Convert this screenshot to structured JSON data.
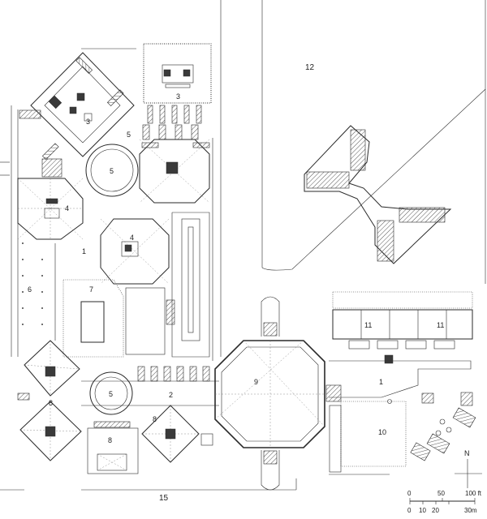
{
  "labels": {
    "l1_center": "1",
    "l1_right": "1",
    "l2": "2",
    "l3_top": "3",
    "l3_bottom": "3",
    "l4_left": "4",
    "l4_center": "4",
    "l5_top": "5",
    "l5_upper_circle": "5",
    "l5_lower_circle": "5",
    "l6": "6",
    "l7": "7",
    "l8_left": "8",
    "l8_mid": "8",
    "l8_right": "8",
    "l9": "9",
    "l10": "10",
    "l11_left": "11",
    "l11_right": "11",
    "l12": "12",
    "l15": "15"
  },
  "north": "N",
  "scale": {
    "feet": [
      "0",
      "50",
      "100 ft"
    ],
    "meters": [
      "0",
      "10",
      "20",
      "30m"
    ]
  }
}
